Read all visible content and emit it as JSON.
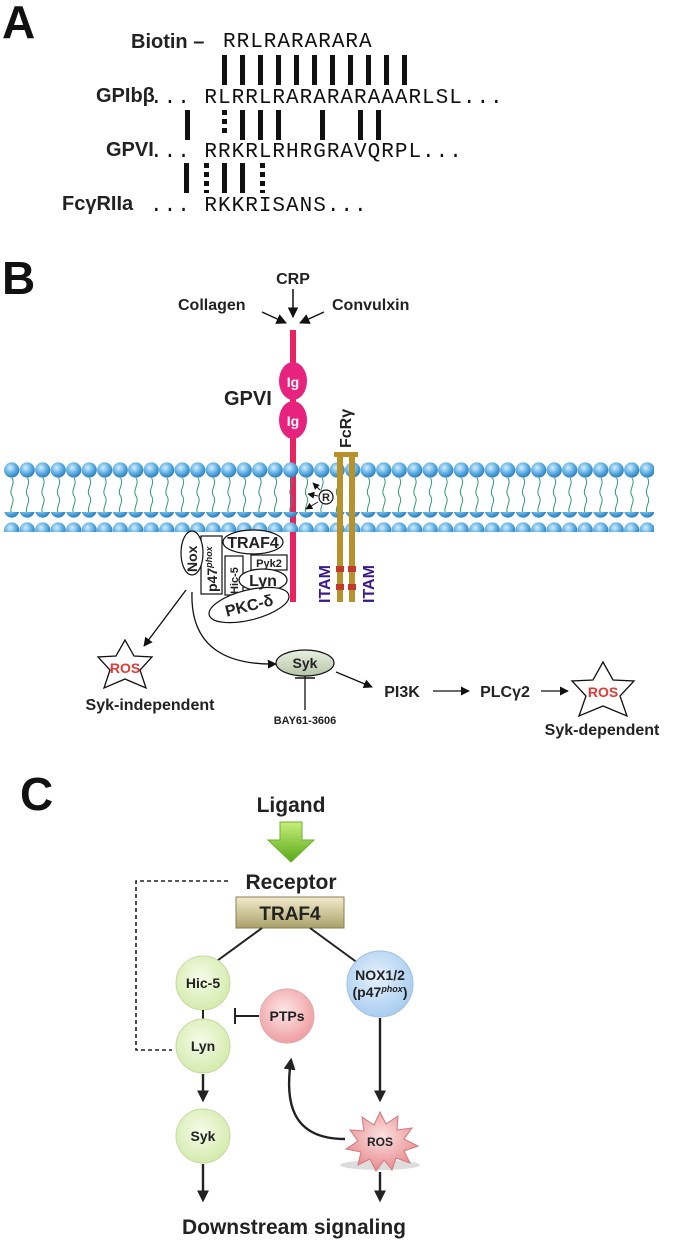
{
  "panel_a": {
    "label": "A",
    "rows": [
      {
        "name": "Biotin –",
        "seq": "RRLRARARARA"
      },
      {
        "name": "GPIbβ",
        "seq": "... RLRRLRARARARAAARLSL..."
      },
      {
        "name": "GPVI",
        "seq": "... RRKRLRHRGRAVQRPL..."
      },
      {
        "name": "FcγRIIa",
        "seq": "... RKKRISANS..."
      }
    ]
  },
  "panel_b": {
    "label": "B",
    "crp": "CRP",
    "collagen": "Collagen",
    "convulxin": "Convulxin",
    "gpvi": "GPVI",
    "ig": "Ig",
    "fcr": "FcRγ",
    "itam": "ITAM",
    "r_mark": "R",
    "nox": "Nox",
    "p47": "p47",
    "phox": "phox",
    "traf4": "TRAF4",
    "hic5": "Hic-5",
    "pyk2": "Pyk2",
    "lyn": "Lyn",
    "pkc": "PKC-δ",
    "ros": "ROS",
    "syk_independent": "Syk-independent",
    "syk": "Syk",
    "bay": "BAY61-3606",
    "pi3k": "PI3K",
    "plc": "PLCγ2",
    "syk_dependent": "Syk-dependent"
  },
  "panel_c": {
    "label": "C",
    "ligand": "Ligand",
    "receptor": "Receptor",
    "traf4": "TRAF4",
    "hic5": "Hic-5",
    "lyn": "Lyn",
    "syk": "Syk",
    "ptps": "PTPs",
    "nox_line1": "NOX1/2",
    "nox_line2": "(p47",
    "nox_phox": "phox",
    "nox_close": ")",
    "ros": "ROS",
    "downstream": "Downstream signaling"
  },
  "colors": {
    "gpvi_red": "#e8235f",
    "ig_magenta": "#e8237f",
    "fcr_gold": "#b8912a",
    "membrane_blue": "#4a9fd8",
    "ros_red": "#e53935",
    "itam_purple": "#3a1a8a",
    "light_green": "#e6f3cc",
    "light_blue": "#c9e0f7",
    "light_pink": "#f6c9cb",
    "traf4_box": "#d8d2a8"
  }
}
